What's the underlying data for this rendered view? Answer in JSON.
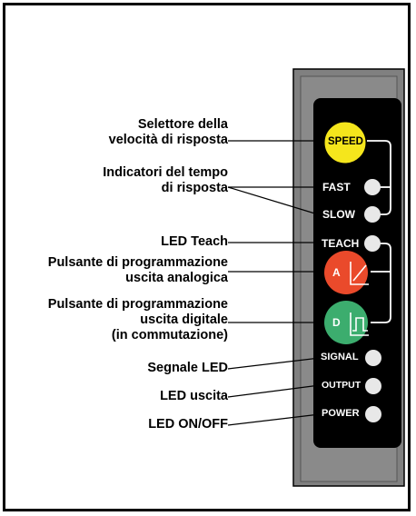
{
  "callouts": {
    "speed_selector": [
      "Selettore della",
      "velocità di risposta"
    ],
    "response_time_indicators": [
      "Indicatori del tempo",
      "di risposta"
    ],
    "teach_led": "LED Teach",
    "analog_button": [
      "Pulsante di programmazione",
      "uscita analogica"
    ],
    "digital_button": [
      "Pulsante di programmazione",
      "uscita digitale",
      "(in commutazione)"
    ],
    "signal_led": "Segnale LED",
    "output_led": "LED uscita",
    "power_led": "LED ON/OFF"
  },
  "panel": {
    "speed_label": "SPEED",
    "fast_label": "FAST",
    "slow_label": "SLOW",
    "teach_label": "TEACH",
    "analog_letter": "A",
    "digital_letter": "D",
    "signal_label": "SIGNAL",
    "output_label": "OUTPUT",
    "power_label": "POWER"
  },
  "colors": {
    "speed_button": "#f5e61c",
    "analog_button": "#ea4a2b",
    "digital_button": "#3cad6e",
    "panel_face": "#000000",
    "housing": "#808080"
  }
}
